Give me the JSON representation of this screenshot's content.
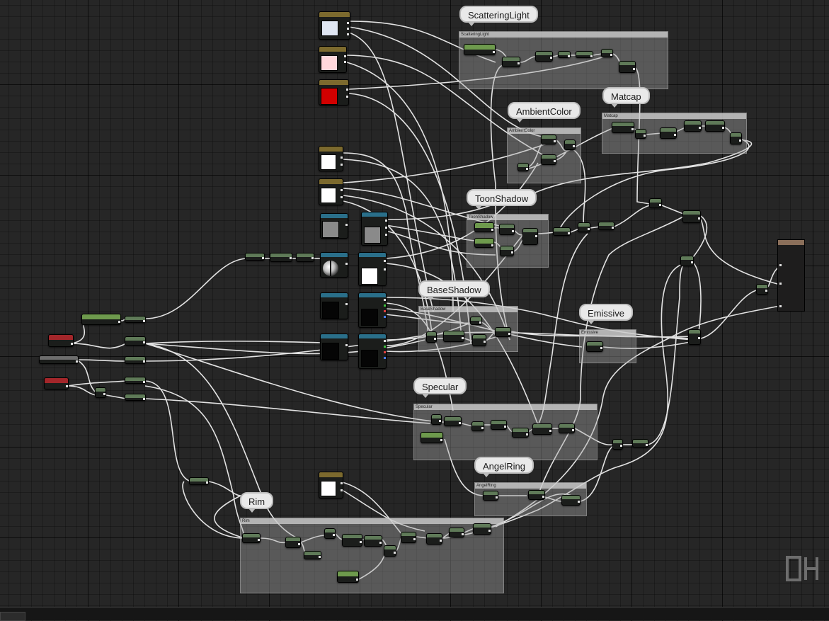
{
  "comments": {
    "scattering_light": "ScatteringLight",
    "ambient_color": "AmbientColor",
    "matcap": "Matcap",
    "toon_shadow": "ToonShadow",
    "base_shadow": "BaseShadow",
    "emissive": "Emissive",
    "specular": "Specular",
    "angel_ring": "AngelRing",
    "rim": "Rim"
  },
  "colors": {
    "background": "#262626",
    "comment_box": "#a8a8a8",
    "wire": "#f2f2f2",
    "param_header": "#7c6a2e",
    "texture_header": "#2a6f8a",
    "red_param_header": "#a3262a",
    "math_header": "#5f7a58",
    "scalar_header": "#6e9a4d",
    "result_header": "#8b6f5a",
    "swatch_light_blue": "#dfe6f2",
    "swatch_pink": "#ffd7dc",
    "swatch_red": "#d10000",
    "swatch_white": "#ffffff",
    "swatch_gray": "#8a8a8a",
    "swatch_black": "#050505"
  },
  "icons": {
    "watermark": "logo-watermark-icon"
  }
}
